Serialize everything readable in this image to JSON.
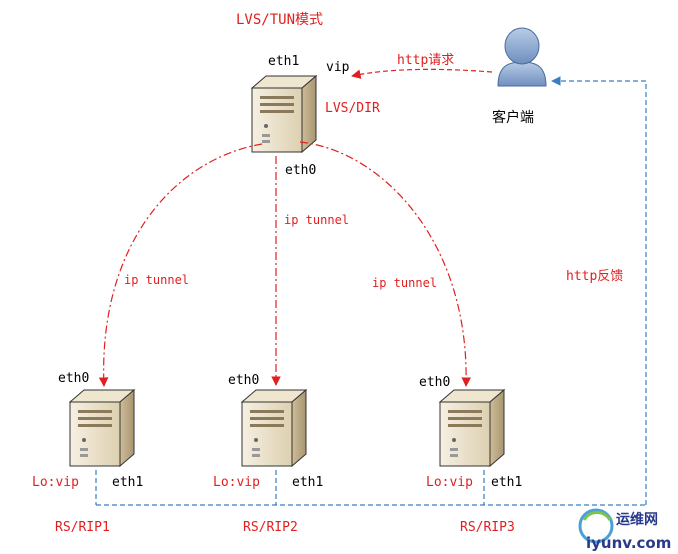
{
  "title": "LVS/TUN模式",
  "director": {
    "eth1_label": "eth1",
    "vip_label": "vip",
    "name_label": "LVS/DIR",
    "eth0_label": "eth0"
  },
  "client": {
    "label": "客户端"
  },
  "edges": {
    "http_request": "http请求",
    "http_response": "http反馈",
    "tunnel_left": "ip tunnel",
    "tunnel_middle": "ip tunnel",
    "tunnel_right": "ip tunnel"
  },
  "real_servers": [
    {
      "eth0": "eth0",
      "lo": "Lo:vip",
      "eth1": "eth1",
      "name": "RS/RIP1"
    },
    {
      "eth0": "eth0",
      "lo": "Lo:vip",
      "eth1": "eth1",
      "name": "RS/RIP2"
    },
    {
      "eth0": "eth0",
      "lo": "Lo:vip",
      "eth1": "eth1",
      "name": "RS/RIP3"
    }
  ],
  "watermark": {
    "brand": "运维网",
    "url": "iyunv.com"
  },
  "colors": {
    "red": "#e02020",
    "blue": "#3a7fc0",
    "server_front": "#e9dfc8",
    "server_side": "#c9b994"
  }
}
